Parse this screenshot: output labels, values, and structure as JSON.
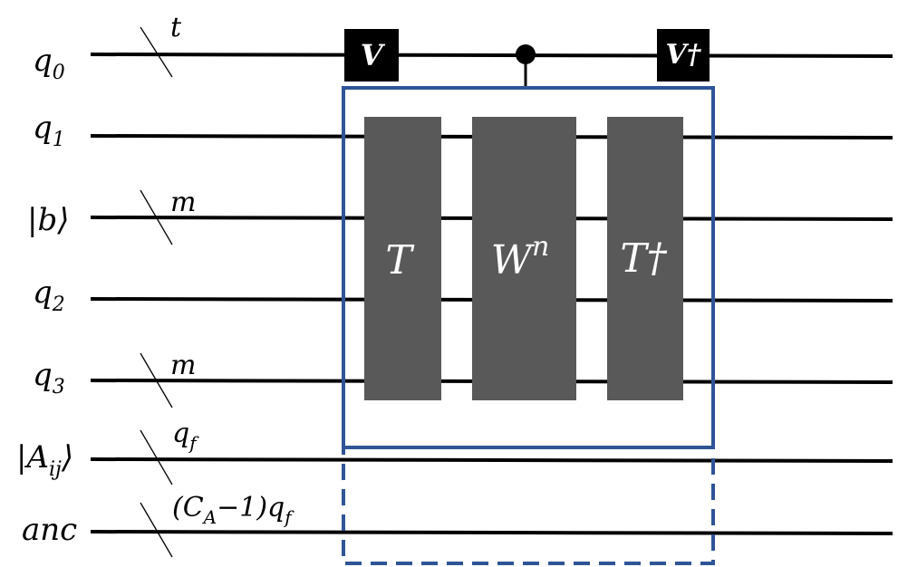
{
  "colors": {
    "wire": "#000000",
    "gate_fill": "#595959",
    "frame": "#2f5597",
    "v_box": "#000000",
    "text_on_gate": "#ffffff"
  },
  "qubits": [
    {
      "id": "q0",
      "main": "q",
      "sub": "0",
      "multiplicity": "t"
    },
    {
      "id": "q1",
      "main": "q",
      "sub": "1",
      "multiplicity": ""
    },
    {
      "id": "b",
      "main": "|b⟩",
      "sub": "",
      "multiplicity": "m"
    },
    {
      "id": "q2",
      "main": "q",
      "sub": "2",
      "multiplicity": ""
    },
    {
      "id": "q3",
      "main": "q",
      "sub": "3",
      "multiplicity": "m"
    },
    {
      "id": "Aij",
      "main": "|A",
      "sub": "ij",
      "tail": "⟩",
      "multiplicity": "q_f"
    },
    {
      "id": "anc",
      "main": "anc",
      "sub": "",
      "multiplicity": "(C_A−1)q_f"
    }
  ],
  "gates": {
    "v": "V",
    "v_dagger": "V†",
    "t": "T",
    "w_base": "W",
    "w_exp": "n",
    "t_dagger": "T†"
  },
  "multiplicities": {
    "t": "t",
    "m1": "m",
    "m2": "m",
    "qf_base": "q",
    "qf_sub": "f",
    "anc_open": "(C",
    "anc_sub": "A",
    "anc_mid": "−1)q",
    "anc_sub2": "f"
  }
}
